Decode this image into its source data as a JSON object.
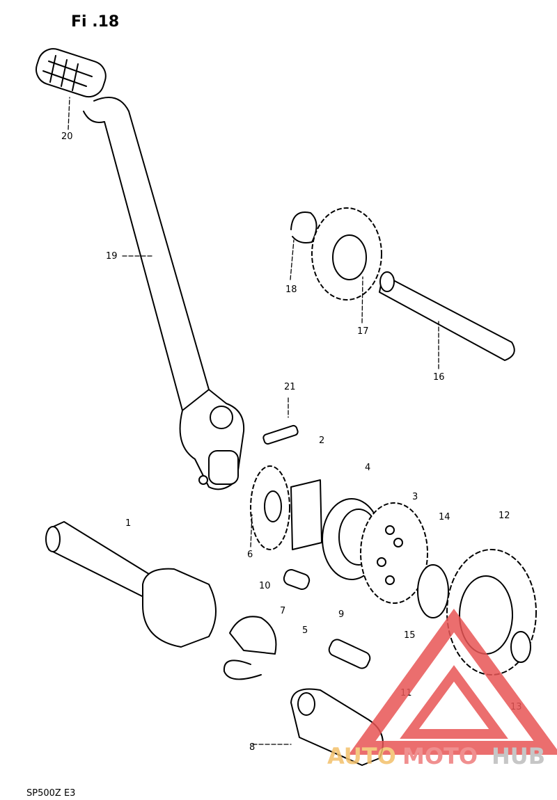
{
  "figure": {
    "title": "Fi .18",
    "footer_code": "SP500Z E3"
  },
  "callouts": [
    "20",
    "19",
    "18",
    "17",
    "16",
    "21",
    "2",
    "4",
    "3",
    "14",
    "12",
    "1",
    "6",
    "10",
    "7",
    "5",
    "9",
    "15",
    "13",
    "11",
    "8"
  ],
  "watermark": {
    "word_a": "AUTO",
    "word_b": "MOTO",
    "word_c": "HUB",
    "colors": {
      "a": "#f3c06a",
      "b": "#ee7c7c",
      "c": "#bdbdbd",
      "triangle": "#e85555"
    }
  }
}
